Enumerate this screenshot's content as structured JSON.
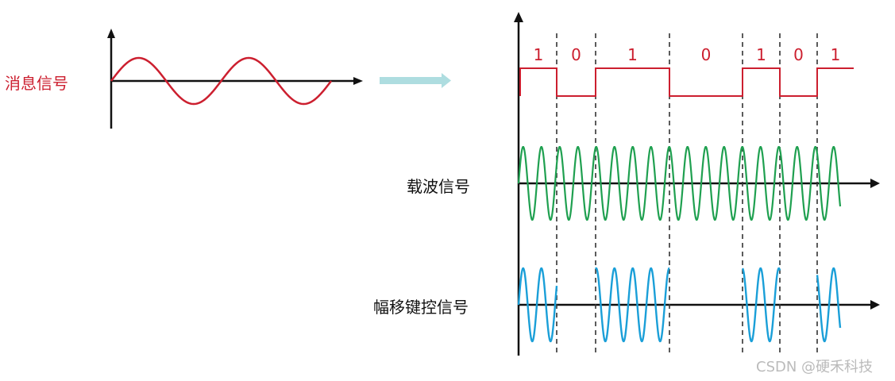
{
  "labels": {
    "message_signal": "消息信号",
    "carrier_signal": "载波信号",
    "ask_signal": "幅移键控信号"
  },
  "bits": [
    "1",
    "0",
    "1",
    "0",
    "1",
    "0",
    "1"
  ],
  "watermark": "CSDN @硬禾科技",
  "colors": {
    "message": "#cc1f2f",
    "digital": "#cc1f2f",
    "carrier": "#1fa050",
    "ask": "#1a9fd8",
    "axis": "#111111",
    "arrow_band": "#aedde0",
    "divider": "#333333",
    "watermark": "#bbbbbb"
  }
}
